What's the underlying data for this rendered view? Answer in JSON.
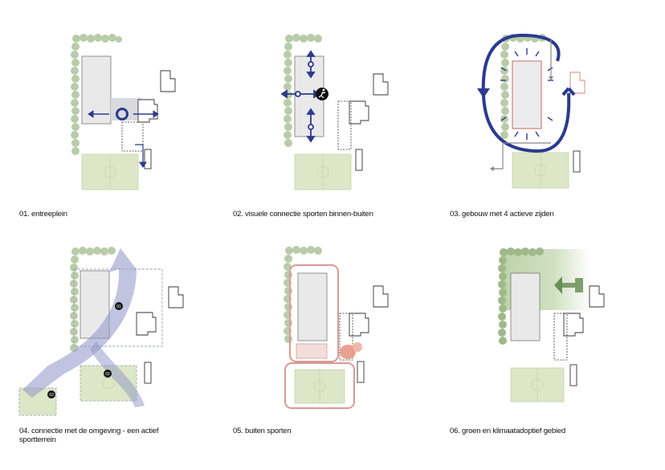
{
  "panels": [
    {
      "id": "01",
      "caption": "01. entreeplein"
    },
    {
      "id": "02",
      "caption": "02. visuele connectie sporten binnen-buiten"
    },
    {
      "id": "03",
      "caption": "03. gebouw met 4 actieve zijden"
    },
    {
      "id": "04",
      "caption": "04. connectie met de omgeving  - een actief\nsportterrein",
      "markers": [
        "01",
        "02",
        "03"
      ]
    },
    {
      "id": "05",
      "caption": "05. buiten sporten"
    },
    {
      "id": "06",
      "caption": "06. groen en klimaatadoptief gebied"
    }
  ],
  "colors": {
    "accent_blue": "#2b3a8f",
    "tree_green": "#b9cca9",
    "field_green": "#dde6c7",
    "building_grey": "#e9e9ea",
    "sport_pink": "#d99a95",
    "flow_lilac": "#8e93c7",
    "green_zone": "#bcd3a8"
  }
}
